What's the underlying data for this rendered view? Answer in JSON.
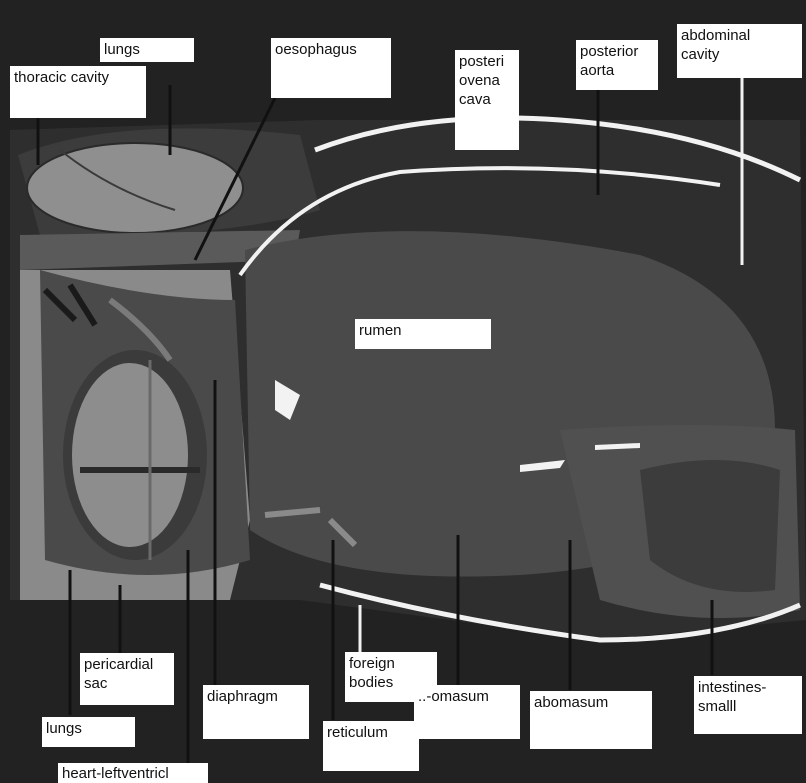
{
  "labels": {
    "lungs_top": "lungs",
    "thoracic_cavity": "thoracic cavity",
    "oesophagus": "oesophagus",
    "posterior_vena_cava": "posteri\novena\ncava",
    "posterior_aorta": "posterior\naorta",
    "abdominal_cavity": "abdominal\ncavity",
    "rumen": "rumen",
    "pericardial_sac": "pericardial\nsac",
    "lungs_bottom": "lungs",
    "heart_left_ventricle": "heart-leftventricl",
    "diaphragm": "diaphragm",
    "foreign_bodies": "foreign\nbodies",
    "reticulum": "reticulum",
    "omasum": "..-omasum",
    "abomasum": "abomasum",
    "intestines_small": "intestines-\nsmalll"
  },
  "colors": {
    "background": "#222222",
    "label_bg": "#ffffff",
    "lung_fill": "#8f8f8f",
    "rumen_fill": "#4a4a4a",
    "tissue_dark": "#3a3a3a",
    "wall_white": "#f2f2f2"
  }
}
